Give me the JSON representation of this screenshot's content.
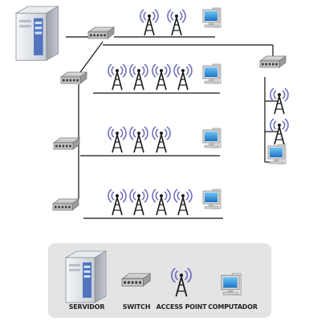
{
  "legend": {
    "items": [
      {
        "key": "server",
        "label": "SERVIDOR",
        "icon": "server-icon"
      },
      {
        "key": "switch",
        "label": "SWITCH",
        "icon": "switch-icon"
      },
      {
        "key": "access_point",
        "label": "ACCESS POINT",
        "icon": "access-point-icon"
      },
      {
        "key": "computer",
        "label": "COMPUTADOR",
        "icon": "computer-icon"
      }
    ]
  },
  "colors": {
    "line": "#111111",
    "server_body": "#dfe3e8",
    "server_panel": "#3b62b8",
    "switch_body": "#c9c9c9",
    "switch_port": "#3d3d3d",
    "tower": "#1a1a1a",
    "signal": "#6d6fbf",
    "monitor_screen": "#3ea0e0",
    "monitor_body": "#dcdcdc",
    "legend_bg": "#e4e4e4"
  }
}
